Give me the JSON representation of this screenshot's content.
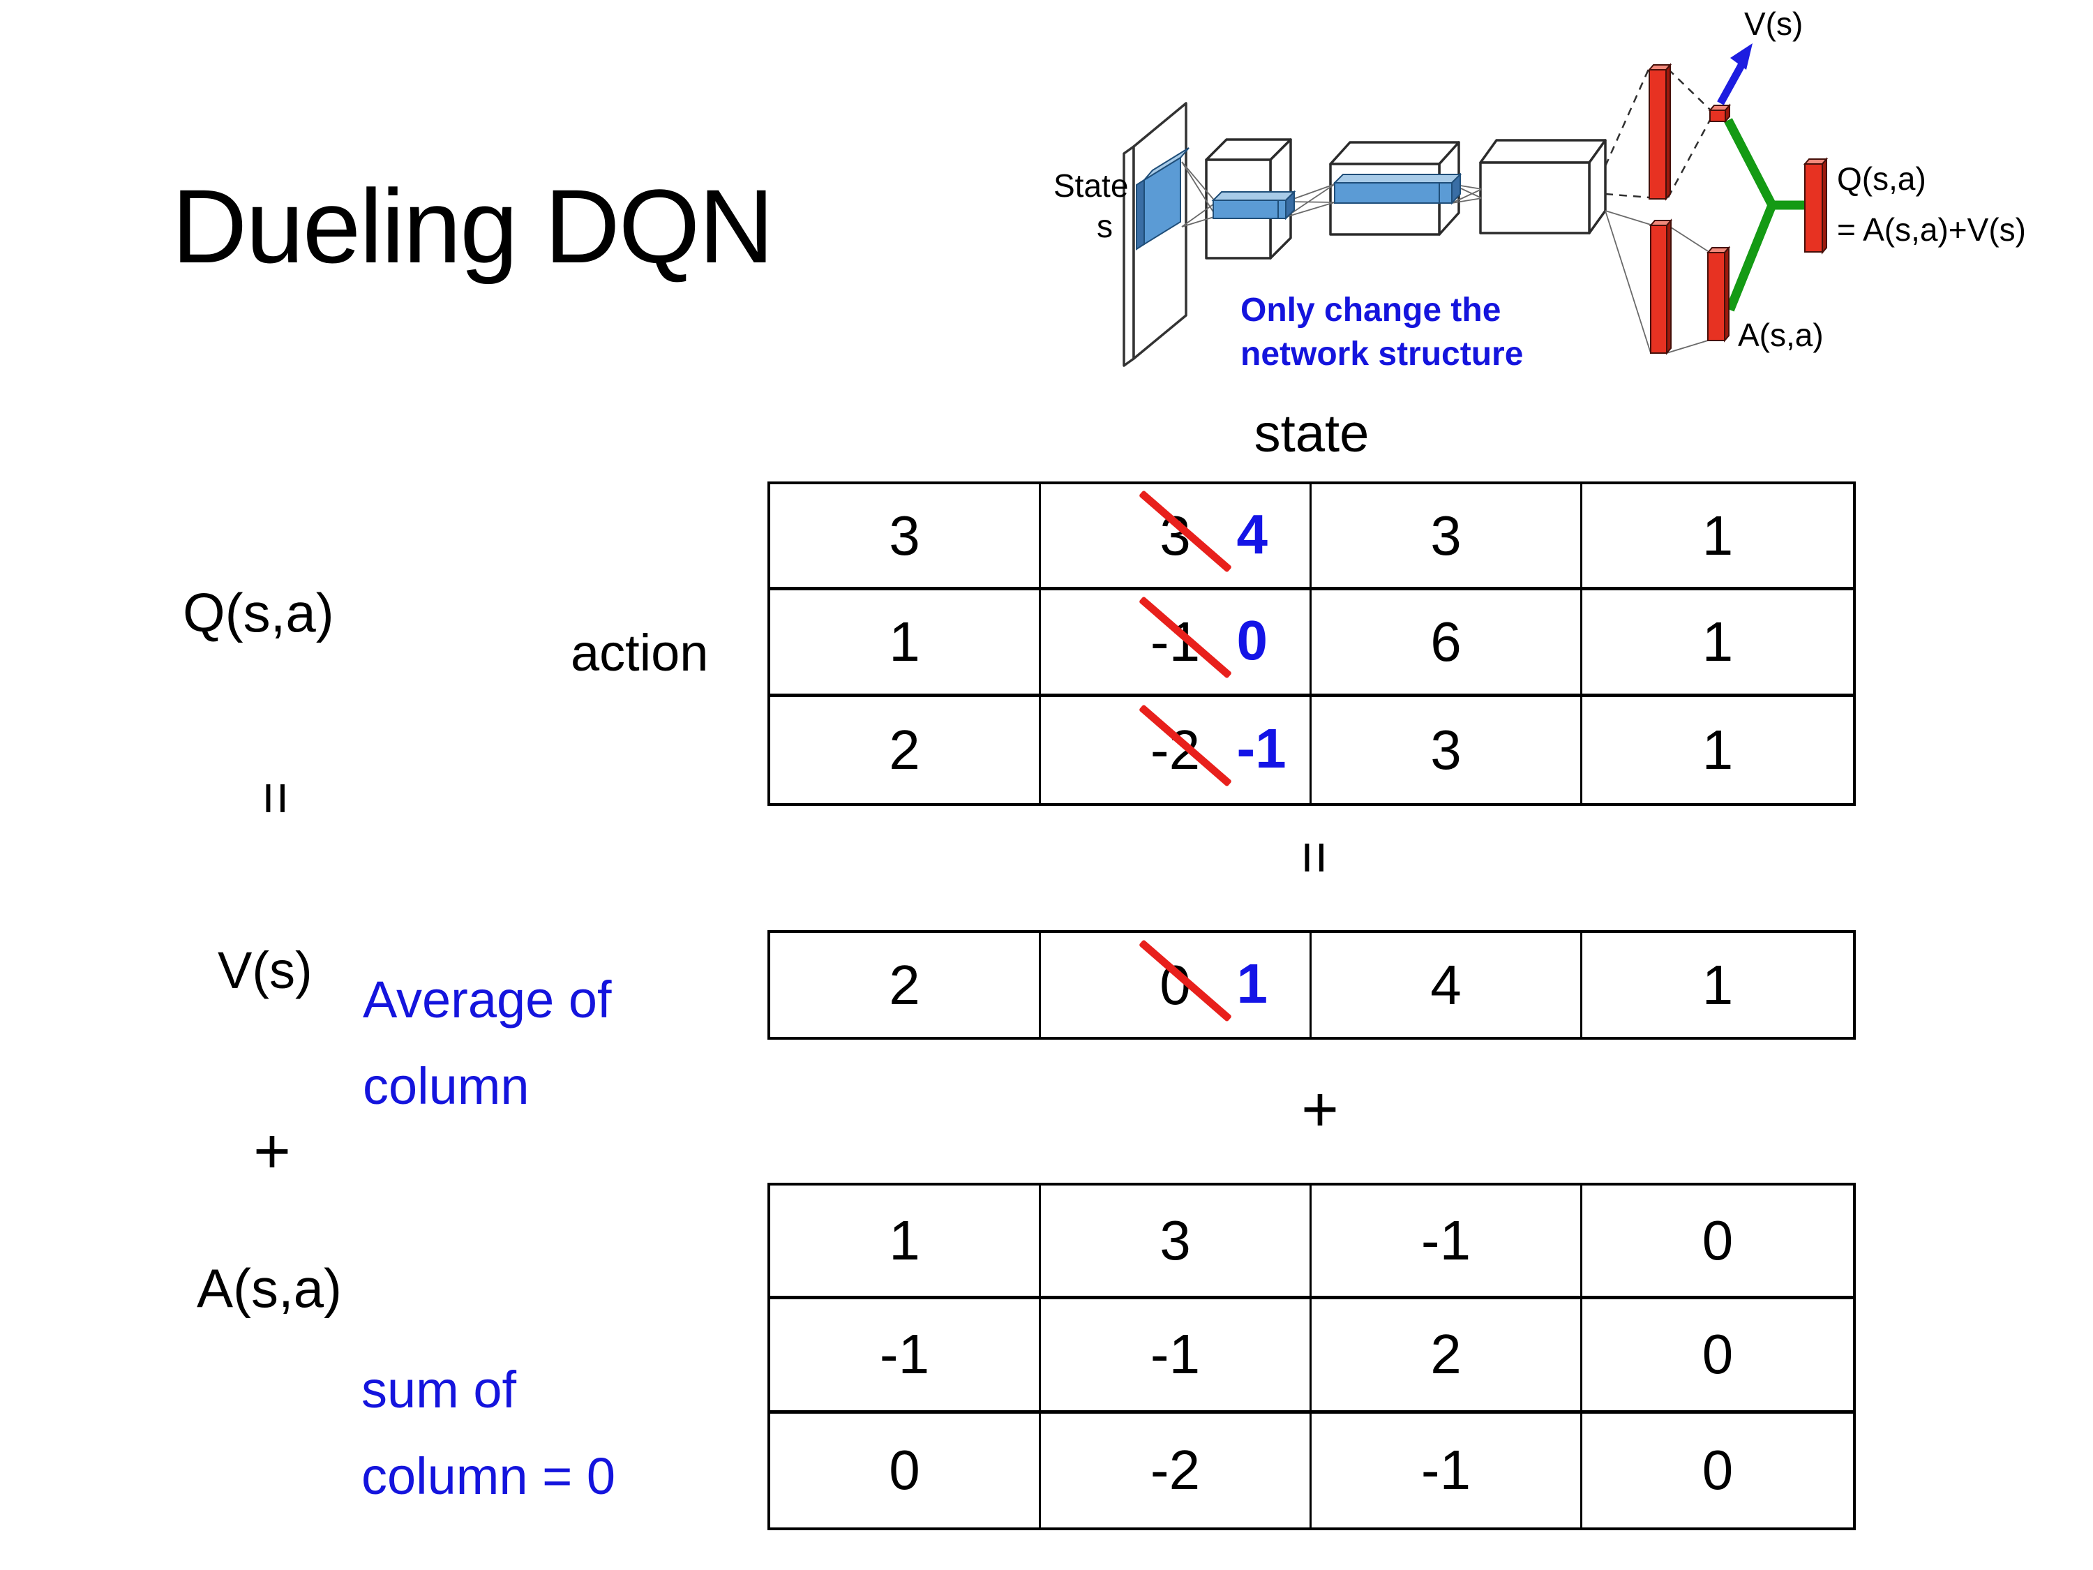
{
  "slide": {
    "title": "Dueling DQN"
  },
  "diagram": {
    "state_line1": "State",
    "state_line2": "s",
    "note_line1": "Only change the",
    "note_line2": "network structure",
    "v_out_label": "V(s)",
    "q_out_label": "Q(s,a)",
    "q_out_formula": "= A(s,a)+V(s)",
    "a_out_label": "A(s,a)"
  },
  "equation": {
    "q_label": "Q(s,a)",
    "equals_left": "=",
    "v_label": "V(s)",
    "plus_left": "+",
    "a_label": "A(s,a)",
    "equals_mid": "=",
    "plus_mid": "+",
    "avg_line1": "Average of",
    "avg_line2": "column",
    "sum_line1": "sum of",
    "sum_line2": "column = 0",
    "state_header": "state",
    "action_header": "action"
  },
  "q_table": {
    "r0": {
      "c0": "3",
      "old": "3",
      "new": "4",
      "c2": "3",
      "c3": "1"
    },
    "r1": {
      "c0": "1",
      "old": "-1",
      "new": "0",
      "c2": "6",
      "c3": "1"
    },
    "r2": {
      "c0": "2",
      "old": "-2",
      "new": "-1",
      "c2": "3",
      "c3": "1"
    }
  },
  "v_table": {
    "c0": "2",
    "old": "0",
    "new": "1",
    "c2": "4",
    "c3": "1"
  },
  "a_table": {
    "r0": {
      "c0": "1",
      "c1": "3",
      "c2": "-1",
      "c3": "0"
    },
    "r1": {
      "c0": "-1",
      "c1": "-1",
      "c2": "2",
      "c3": "0"
    },
    "r2": {
      "c0": "0",
      "c1": "-2",
      "c2": "-1",
      "c3": "0"
    }
  },
  "colors": {
    "note_blue": "#1414dd",
    "new_value_blue": "#1414e6",
    "strike_red": "#e8201c",
    "bar_red": "#e73222",
    "conv_blue": "#5b9bd5",
    "merge_green": "#149a14",
    "arrow_blue": "#1d1de0"
  }
}
